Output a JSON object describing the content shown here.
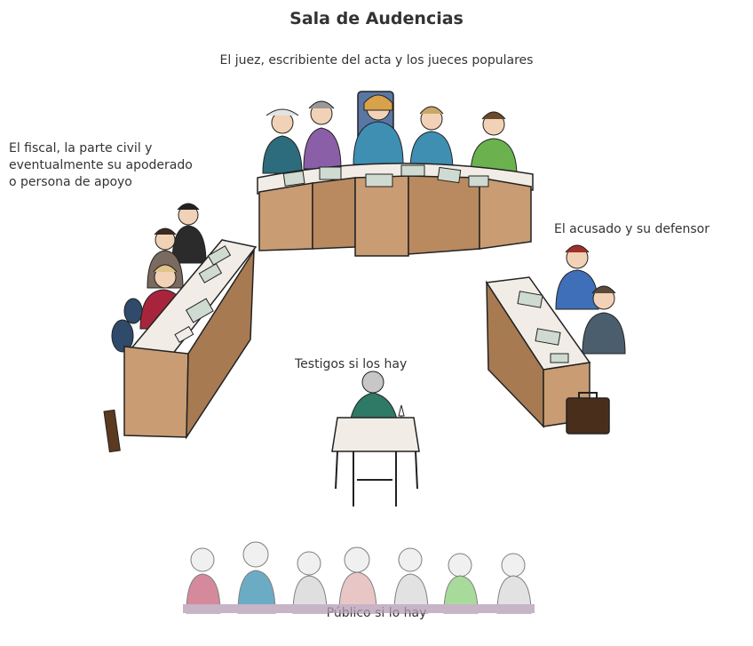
{
  "title": "Sala de Audencias",
  "subtitle": "El juez, escribiente del acta y los jueces populares",
  "fiscal_label": {
    "line1": "El fiscal, la parte civil y",
    "line2": "eventualmente su apoderado",
    "line3": "o persona de apoyo"
  },
  "acusado_label": "El acusado y su defensor",
  "testigos_label": "Testigos si los hay",
  "publico_label": "Público si lo hay",
  "colors": {
    "wood": "#c99c73",
    "wood_dark": "#a87a52",
    "table_top": "#f1ede6",
    "navy": "#2f4a6b",
    "teal": "#2d6c7c",
    "purple": "#8b5fa8",
    "blue_shirt": "#3f8fb3",
    "green": "#6bb24f",
    "red": "#a8243c",
    "paper": "#cfdad1"
  }
}
